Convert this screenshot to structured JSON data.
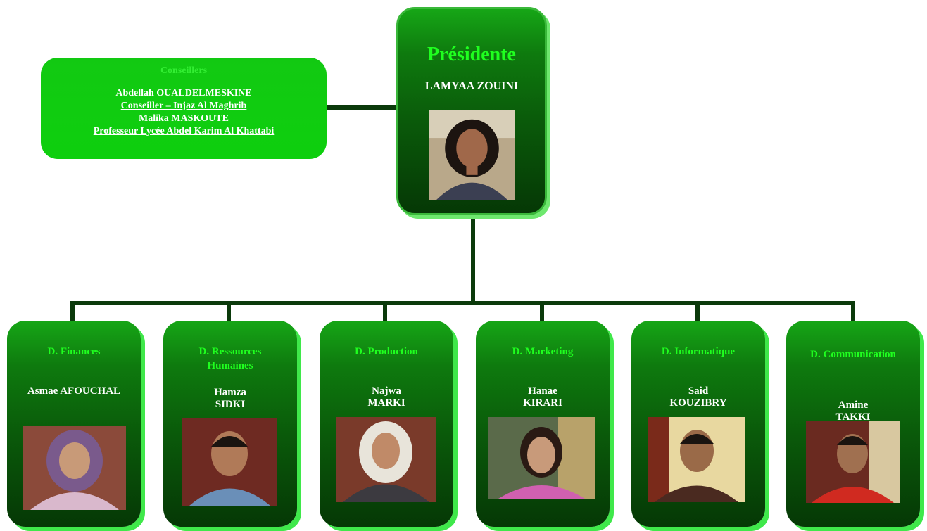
{
  "advisors": {
    "title": "Conseillers",
    "lines": [
      {
        "text": "Abdellah OUALDELMESKINE",
        "underline": false
      },
      {
        "text": "Conseiller – Injaz Al Maghrib",
        "underline": true
      },
      {
        "text": "Malika  MASKOUTE",
        "underline": false
      },
      {
        "text": "Professeur Lycée Abdel Karim Al Khattabi",
        "underline": true
      }
    ]
  },
  "president": {
    "title": "Présidente",
    "name": "LAMYAA ZOUINI",
    "photo_icon": "portrait-photo"
  },
  "departments": [
    {
      "title": "D. Finances",
      "name_lines": [
        "Asmae AFOUCHAL"
      ],
      "photo_icon": "portrait-photo"
    },
    {
      "title": "D. Ressources Humaines",
      "name_lines": [
        "Hamza",
        "SIDKI"
      ],
      "photo_icon": "portrait-photo"
    },
    {
      "title": "D. Production",
      "name_lines": [
        "Najwa",
        "MARKI"
      ],
      "photo_icon": "portrait-photo"
    },
    {
      "title": "D. Marketing",
      "name_lines": [
        "Hanae",
        "KIRARI"
      ],
      "photo_icon": "portrait-photo"
    },
    {
      "title": "D. Informatique",
      "name_lines": [
        "Said",
        "KOUZIBRY"
      ],
      "photo_icon": "portrait-photo"
    },
    {
      "title": "D. Communication",
      "name_lines": [
        "Amine",
        "TAKKI"
      ],
      "photo_icon": "portrait-photo"
    }
  ],
  "colors": {
    "box_dark": "#053805",
    "box_light": "#16a616",
    "title_green": "#1fff1f",
    "shadow_green": "#3fe84a",
    "advisor_box": "#0ecf0e",
    "connector": "#0b3a0b"
  }
}
